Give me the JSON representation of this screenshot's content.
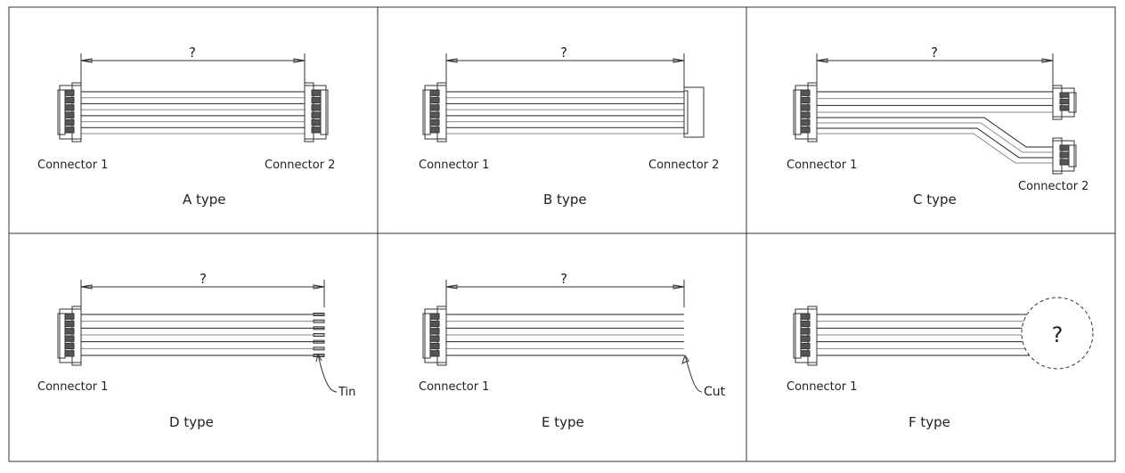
{
  "panels": [
    {
      "id": "A",
      "type_label": "A  type",
      "length": "?",
      "connector1": "Connector  1",
      "connector2": "Connector  2"
    },
    {
      "id": "B",
      "type_label": "B  type",
      "length": "?",
      "connector1": "Connector  1",
      "connector2": "Connector  2"
    },
    {
      "id": "C",
      "type_label": "C  type",
      "length": "?",
      "connector1": "Connector  1",
      "connector2": "Connector  2"
    },
    {
      "id": "D",
      "type_label": "D  type",
      "length": "?",
      "connector1": "Connector  1",
      "end_label": "Tin"
    },
    {
      "id": "E",
      "type_label": "E  type",
      "length": "?",
      "connector1": "Connector  1",
      "end_label": "Cut"
    },
    {
      "id": "F",
      "type_label": "F  type",
      "unknown_end": "?",
      "connector1": "Connector  1"
    }
  ]
}
